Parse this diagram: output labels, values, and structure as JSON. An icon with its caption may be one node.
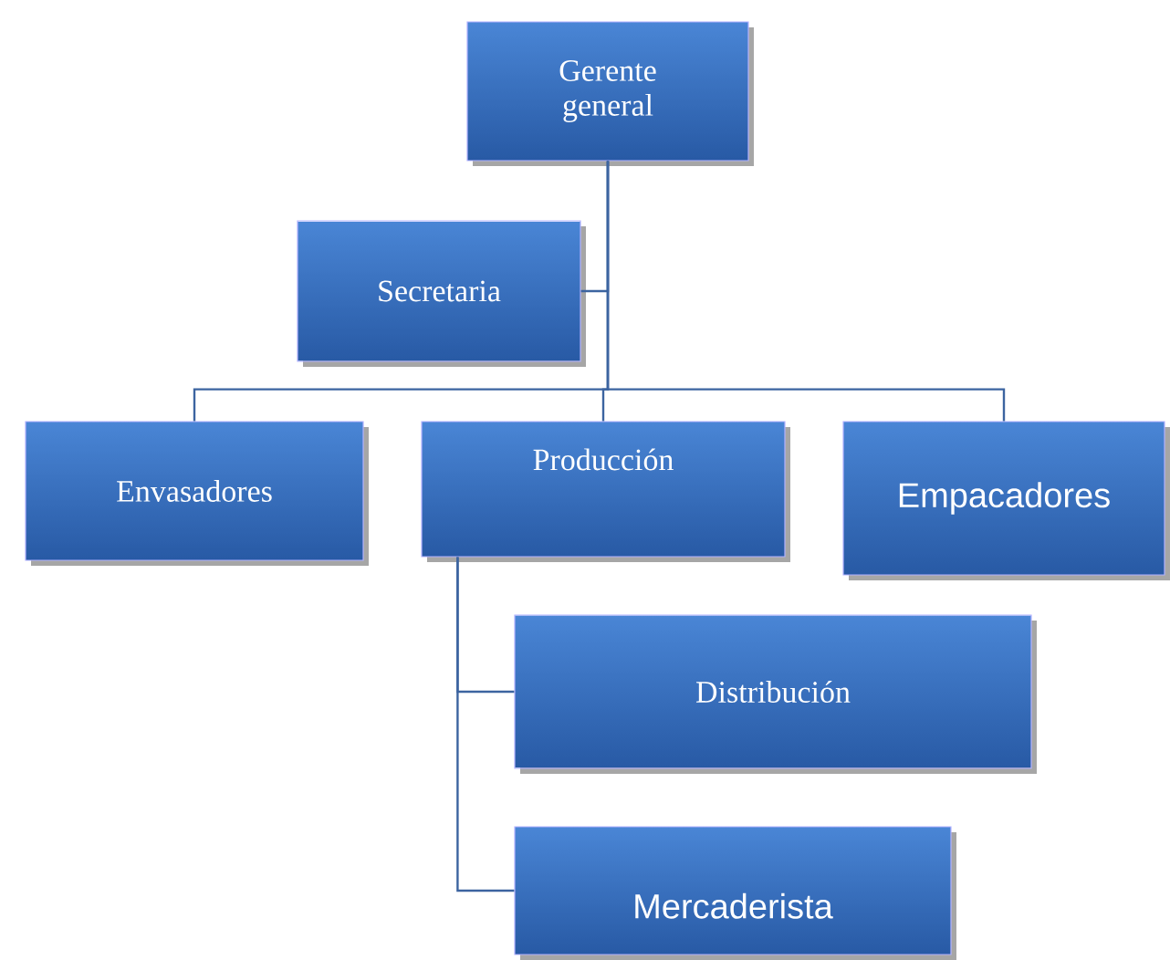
{
  "diagram": {
    "nodes": [
      {
        "text": [
          "Gerente general"
        ]
      },
      {
        "text": [
          "Secretaria"
        ]
      },
      {
        "text": [
          "Envasadores"
        ]
      },
      {
        "text": [
          "Producción"
        ]
      },
      {
        "text": [
          "Empacadores"
        ]
      },
      {
        "text": [
          "Distribución"
        ]
      },
      {
        "text": [
          "Mercaderista"
        ]
      }
    ],
    "edges": [
      {
        "from": 0,
        "to": 1,
        "arrow": "none"
      },
      {
        "from": 0,
        "to": 2,
        "arrow": "none"
      },
      {
        "from": 0,
        "to": 3,
        "arrow": "none"
      },
      {
        "from": 0,
        "to": 4,
        "arrow": "none"
      },
      {
        "from": 3,
        "to": 5,
        "arrow": "none"
      },
      {
        "from": 3,
        "to": 6,
        "arrow": "none"
      }
    ]
  }
}
